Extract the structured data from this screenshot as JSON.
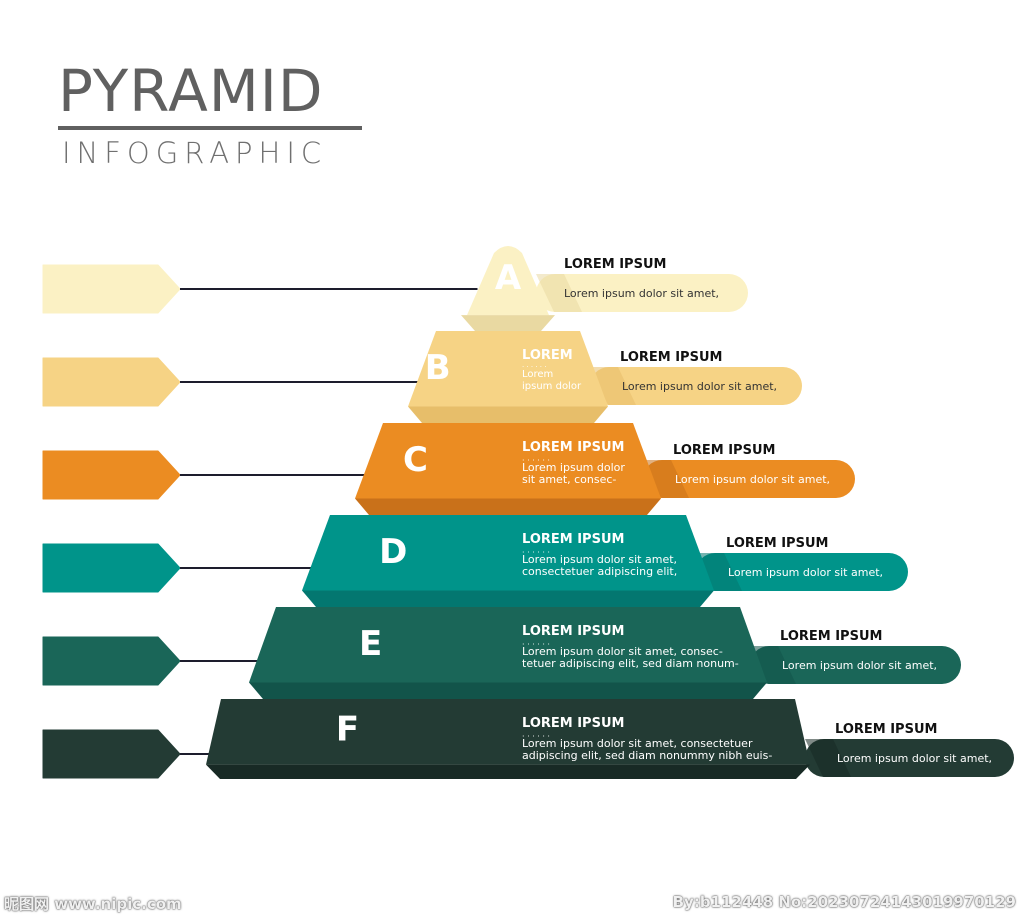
{
  "title": "PYRAMID",
  "subtitle": "INFOGRAPHIC",
  "levels": [
    {
      "letter": "A",
      "color": "#FBF1C4",
      "dark": "#E9D9A2",
      "callout_title": "LOREM IPSUM",
      "callout_text": "Lorem ipsum dolor sit amet,",
      "inner_title": "",
      "inner_text": []
    },
    {
      "letter": "B",
      "color": "#F6D385",
      "dark": "#E7BE6A",
      "callout_title": "LOREM IPSUM",
      "callout_text": "Lorem ipsum dolor sit amet,",
      "inner_title": "LOREM",
      "inner_text": [
        "Lorem",
        "ipsum dolor"
      ]
    },
    {
      "letter": "C",
      "color": "#EB8C22",
      "dark": "#C9711A",
      "callout_title": "LOREM IPSUM",
      "callout_text": "Lorem ipsum dolor sit amet,",
      "inner_title": "LOREM IPSUM",
      "inner_text": [
        "Lorem ipsum dolor",
        "sit amet, consec-"
      ]
    },
    {
      "letter": "D",
      "color": "#00948A",
      "dark": "#037770",
      "callout_title": "LOREM IPSUM",
      "callout_text": "Lorem ipsum dolor sit amet,",
      "inner_title": "LOREM IPSUM",
      "inner_text": [
        "Lorem ipsum dolor sit amet,",
        "consectetuer adipiscing elit,"
      ]
    },
    {
      "letter": "E",
      "color": "#1A6658",
      "dark": "#12544A",
      "callout_title": "LOREM IPSUM",
      "callout_text": "Lorem ipsum dolor sit amet,",
      "inner_title": "LOREM IPSUM",
      "inner_text": [
        "Lorem ipsum dolor sit amet, consec-",
        "tetuer adipiscing elit, sed diam nonum-"
      ]
    },
    {
      "letter": "F",
      "color": "#233B34",
      "dark": "#182A25",
      "callout_title": "LOREM IPSUM",
      "callout_text": "Lorem ipsum dolor sit amet,",
      "inner_title": "LOREM IPSUM",
      "inner_text": [
        "Lorem ipsum dolor sit amet, consectetuer",
        "adipiscing elit, sed diam nonummy nibh euis-"
      ]
    }
  ],
  "watermark_left": "昵图网 www.nipic.com",
  "watermark_right": "By:b112448 No:20230724143019970129"
}
